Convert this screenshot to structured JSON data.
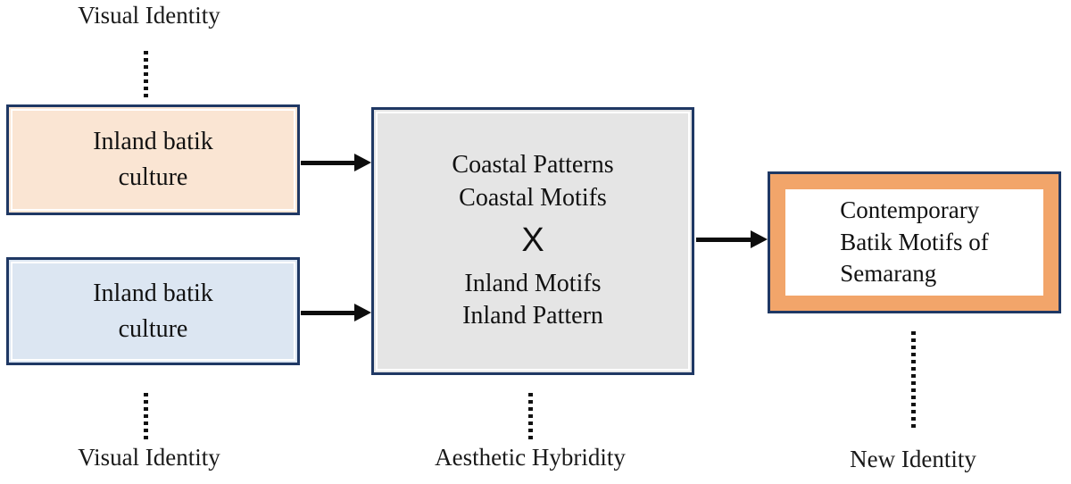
{
  "diagram": {
    "title": "Batik motif hybridity diagram",
    "colors": {
      "border_navy": "#1F3864",
      "peach_fill": "#FAE5D3",
      "blue_fill": "#DCE6F2",
      "gray_fill": "#E5E5E5",
      "orange_band": "#F2A56A",
      "arrow_black": "#0D0D0D",
      "text_black": "#111111"
    },
    "labels": {
      "visual_identity_top": "Visual Identity",
      "visual_identity_bottom": "Visual Identity",
      "aesthetic_hybridity": "Aesthetic Hybridity",
      "new_identity": "New Identity"
    },
    "nodes": {
      "coastal_source": {
        "line1": "Inland batik",
        "line2": "culture"
      },
      "inland_source": {
        "line1": "Inland batik",
        "line2": "culture"
      },
      "hybridity": {
        "line1": "Coastal Patterns",
        "line2": "Coastal Motifs",
        "operator": "X",
        "line3": "Inland Motifs",
        "line4": "Inland Pattern"
      },
      "outcome": {
        "line1": "Contemporary",
        "line2": "Batik Motifs of",
        "line3": "Semarang"
      }
    }
  }
}
